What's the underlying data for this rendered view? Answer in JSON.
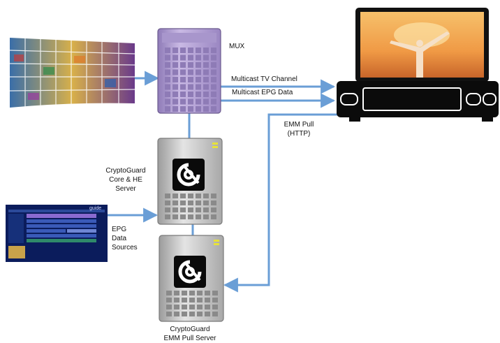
{
  "labels": {
    "mux": "MUX",
    "multicast_tv": "Multicast TV Channel",
    "multicast_epg": "Multicast EPG Data",
    "emm_pull": "EMM Pull\n(HTTP)",
    "core_server": "CryptoGuard\nCore & HE\nServer",
    "epg_sources": "EPG\nData\nSources",
    "emm_pull_server": "CryptoGuard\nEMM Pull Server",
    "guide_brand": "guide"
  },
  "colors": {
    "connector": "#6a9ed6",
    "mux_body": "#b9a6d6",
    "server_body": "#c8c8c8",
    "stb_body": "#0b0b0b",
    "tv_frame": "#111111",
    "screen_sky": "#f0a24a",
    "epg_bg": "#0b1c5c"
  },
  "icons": {
    "video_wall": "video-wall-icon",
    "mux": "mux-server-icon",
    "tv": "television-icon",
    "set_top_box": "set-top-box-icon",
    "server": "server-tower-icon",
    "cryptoguard_logo": "cryptoguard-logo-icon",
    "epg": "epg-screen-icon"
  }
}
